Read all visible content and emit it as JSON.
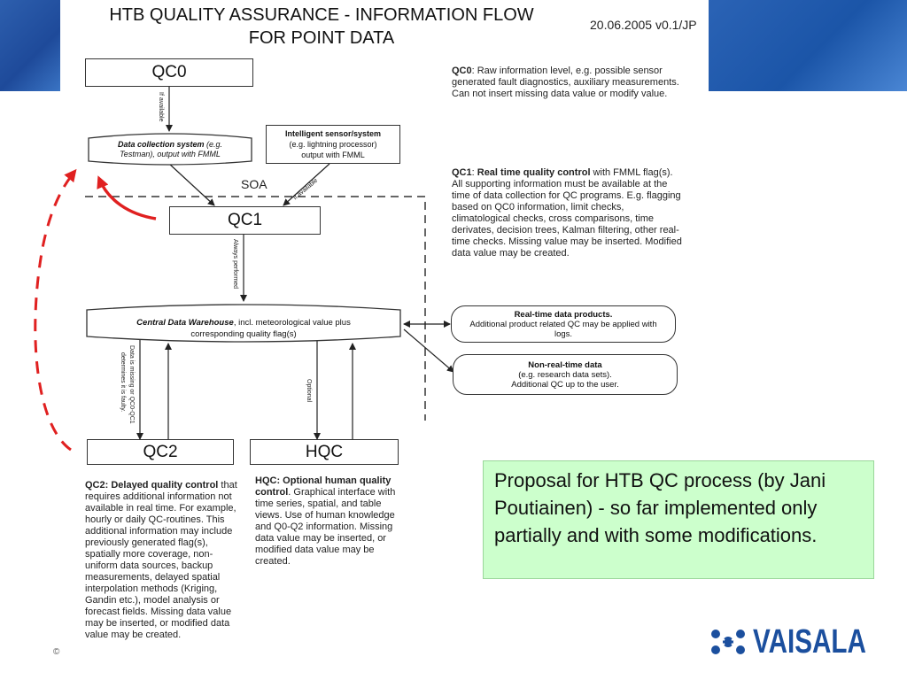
{
  "title": {
    "line1": "HTB QUALITY ASSURANCE - INFORMATION FLOW",
    "line2": "FOR POINT DATA"
  },
  "date": "20.06.2005 v0.1/JP",
  "nodes": {
    "qc0": "QC0",
    "qc1": "QC1",
    "qc2": "QC2",
    "hqc": "HQC",
    "data_collection": {
      "bold": "Data collection system",
      "rest_line1": " (e.g.",
      "line2": "Testman), output with FMML"
    },
    "intelligent_sensor": {
      "line1": "Intelligent sensor/system",
      "line2": "(e.g. lightning processor)",
      "line3": "output with FMML"
    },
    "central_warehouse": {
      "bold": "Central Data Warehouse",
      "rest_line1": ", incl. meteorological value plus",
      "line2": "corresponding quality flag(s)"
    },
    "realtime_products": {
      "line1": "Real-time data products.",
      "line2": "Additional product related QC may be applied with",
      "line3": "logs."
    },
    "nonrealtime": {
      "line1": "Non-real-time data",
      "line2": "(e.g. research data sets).",
      "line3": "Additional QC up to the user."
    }
  },
  "labels": {
    "soa": "SOA",
    "if_available_1": "If available",
    "if_available_2": "If available",
    "always_performed": "Always performed",
    "data_missing_line1": "Data is missing or QC0-QC1",
    "data_missing_line2": "determines it is faulty.",
    "optional": "Optional"
  },
  "notes": {
    "qc0": {
      "bold": "QC0",
      "text": ": Raw information level, e.g. possible sensor generated fault diagnostics, auxiliary measurements. Can not insert missing data value or modify value."
    },
    "qc1": {
      "bold1": "QC1",
      "mid": ": ",
      "bold2": "Real time quality control",
      "text": " with FMML flag(s). All supporting information must be available at the time of data collection for QC programs. E.g. flagging based on QC0 information, limit checks, climatological checks, cross comparisons, time derivates, decision trees, Kalman filtering, other real-time checks. Missing value may be inserted. Modified data value may be created."
    },
    "qc2": {
      "bold": "QC2: Delayed quality control",
      "text": " that requires additional information not available in real time. For example, hourly or daily QC-routines. This additional information may include previously generated flag(s), spatially more coverage, non-uniform data sources, backup measurements, delayed spatial interpolation methods (Kriging, Gandin etc.), model analysis or forecast fields. Missing data value may be inserted, or modified data value may be created."
    },
    "hqc": {
      "bold": "HQC: Optional human quality control",
      "text": ". Graphical interface with time series, spatial, and table views. Use of human knowledge and Q0-Q2 information. Missing data value may be inserted, or modified data value may be created."
    }
  },
  "proposal": "Proposal for HTB QC process (by Jani Poutiainen) - so far implemented only partially and with some modifications.",
  "footer": {
    "copyright": "©"
  },
  "logo": {
    "text": "VAISALA"
  },
  "colors": {
    "accent_blue": "#1b4f9e",
    "header_blue": "#2d5fae",
    "proposal_bg": "#ccffcc",
    "feedback_red": "#e02020"
  }
}
